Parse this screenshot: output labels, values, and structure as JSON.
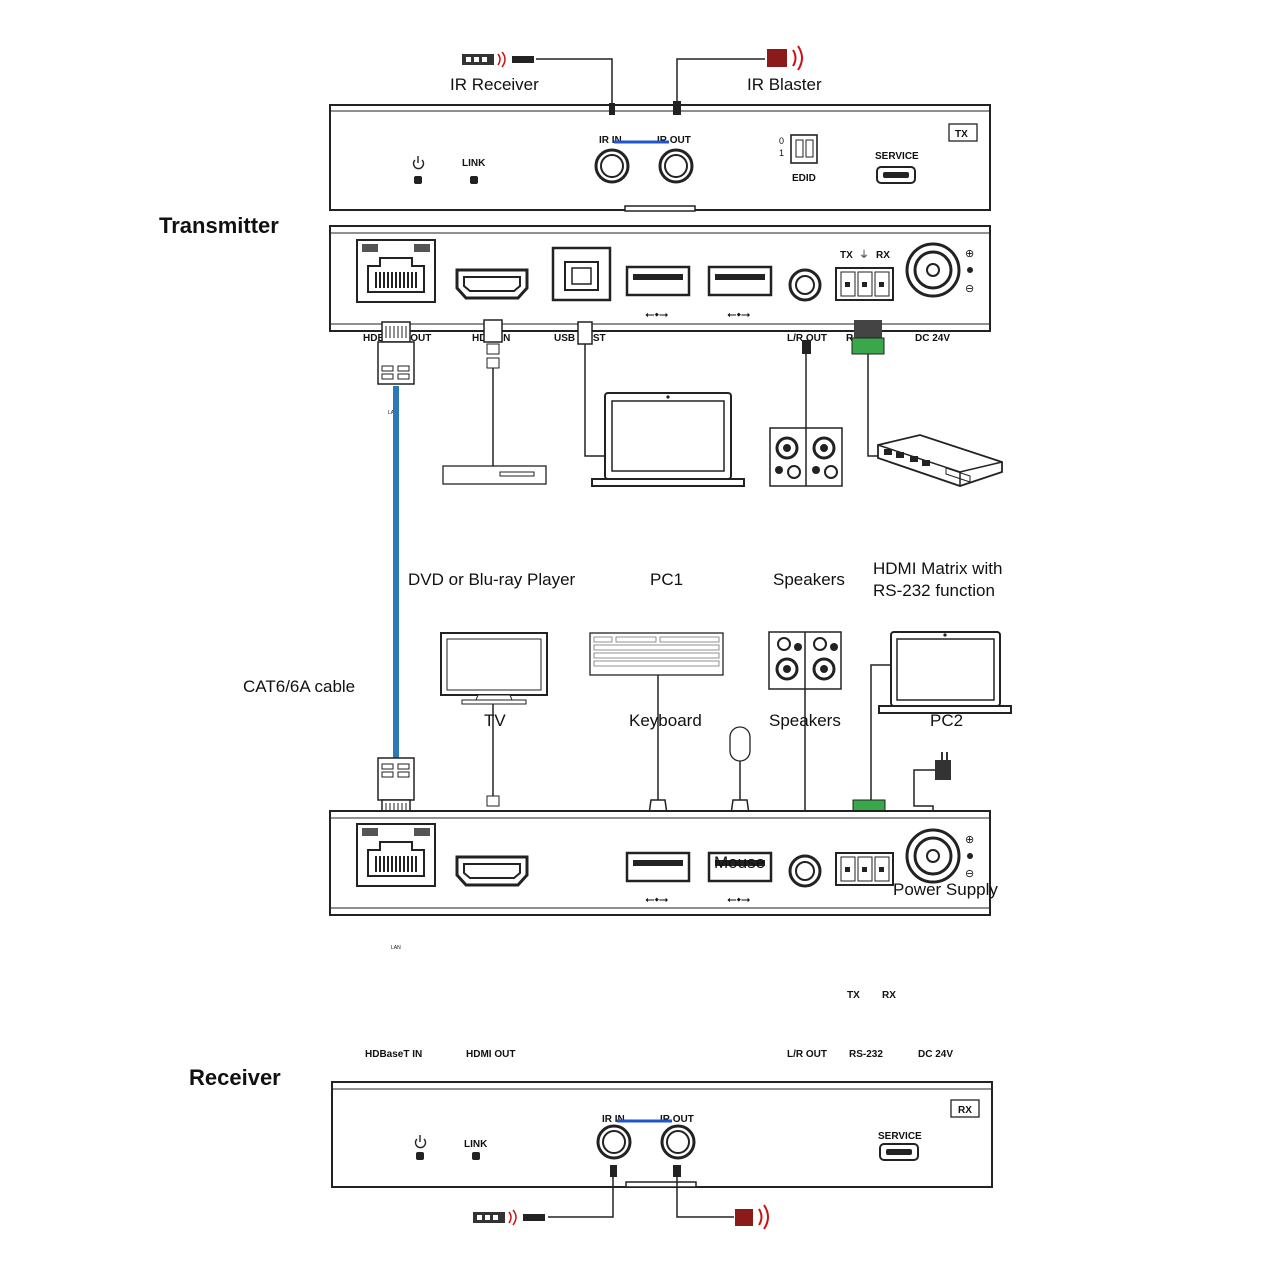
{
  "sections": {
    "transmitter": "Transmitter",
    "receiver": "Receiver"
  },
  "devices": {
    "ir_receiver": "IR Receiver",
    "ir_blaster": "IR Blaster",
    "dvd_player": "DVD or Blu-ray Player",
    "pc1": "PC1",
    "speakers_tx": "Speakers",
    "hdmi_matrix_line1": "HDMI Matrix with",
    "hdmi_matrix_line2": "RS-232 function",
    "cable": "CAT6/6A cable",
    "tv": "TV",
    "keyboard": "Keyboard",
    "speakers_rx": "Speakers",
    "pc2": "PC2",
    "mouse": "Mouse",
    "power_supply": "Power Supply"
  },
  "tx_front": {
    "ir_in": "IR IN",
    "ir_out": "IR OUT",
    "link": "LINK",
    "edid": "EDID",
    "edid_0": "0",
    "edid_1": "1",
    "service": "SERVICE",
    "badge": "TX"
  },
  "tx_back": {
    "hdbaset_out": "HDBaseT OUT",
    "hdmi_in": "HDMI IN",
    "usb_host": "USB HOST",
    "lr_out": "L/R OUT",
    "rs232": "RS-232",
    "dc": "DC 24V",
    "tx": "TX",
    "rx": "RX",
    "lan": "LAN"
  },
  "rx_back": {
    "hdbaset_in": "HDBaseT IN",
    "hdmi_out": "HDMI OUT",
    "lr_out": "L/R OUT",
    "rs232": "RS-232",
    "dc": "DC 24V",
    "tx": "TX",
    "rx": "RX",
    "lan": "LAN"
  },
  "rx_front": {
    "ir_in": "IR IN",
    "ir_out": "IR OUT",
    "link": "LINK",
    "service": "SERVICE",
    "badge": "RX"
  },
  "colors": {
    "cable": "#2f78b7",
    "ir_bridge": "#2255cc",
    "terminal": "#3aa84a",
    "blaster": "#8b1a1a",
    "ir_wave": "#cc1111"
  }
}
